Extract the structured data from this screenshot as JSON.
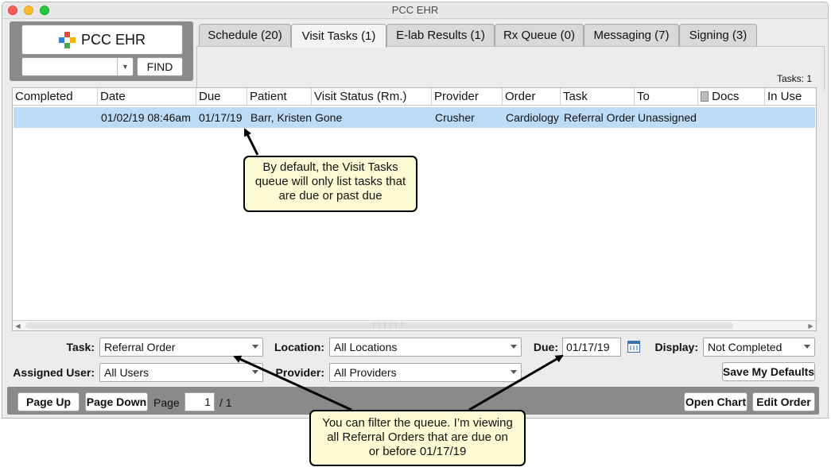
{
  "window": {
    "title": "PCC EHR"
  },
  "logo": {
    "label": "PCC EHR"
  },
  "find": {
    "value": "",
    "button": "FIND"
  },
  "tabs": [
    {
      "label": "Schedule (20)"
    },
    {
      "label": "Visit Tasks (1)",
      "active": true
    },
    {
      "label": "E-lab Results (1)"
    },
    {
      "label": "Rx Queue (0)"
    },
    {
      "label": "Messaging (7)"
    },
    {
      "label": "Signing (3)"
    }
  ],
  "tasks_count": "Tasks:  1",
  "table": {
    "columns": [
      "Completed",
      "Date",
      "Due",
      "Patient",
      "Visit Status (Rm.)",
      "Provider",
      "Order",
      "Task",
      "To",
      "Docs",
      "In Use"
    ],
    "rows": [
      {
        "completed": "",
        "date": "01/02/19 08:46am",
        "due": "01/17/19",
        "patient": "Barr, Kristen",
        "visit_status": "Gone",
        "provider": "Crusher",
        "order": "Cardiology",
        "task": "Referral Order",
        "to": "Unassigned",
        "docs": "",
        "in_use": ""
      }
    ]
  },
  "filters": {
    "task_label": "Task:",
    "task_value": "Referral Order",
    "location_label": "Location:",
    "location_value": "All Locations",
    "due_label": "Due:",
    "due_value": "01/17/19",
    "display_label": "Display:",
    "display_value": "Not Completed",
    "assigned_label": "Assigned User:",
    "assigned_value": "All Users",
    "provider_label": "Provider:",
    "provider_value": "All Providers",
    "save_defaults": "Save My Defaults"
  },
  "footer": {
    "page_up": "Page Up",
    "page_down": "Page Down",
    "page_label": "Page",
    "page_value": "1",
    "page_total": "/  1",
    "open_chart": "Open Chart",
    "edit_order": "Edit Order"
  },
  "callouts": {
    "top": [
      "By default, the Visit Tasks",
      "queue will only list tasks that",
      "are due or past due"
    ],
    "bottom": [
      "You can filter the queue. I’m viewing",
      "all Referral Orders that are due on",
      "or before 01/17/19"
    ]
  },
  "colors": {
    "selected_row": "#bcdcf6",
    "callout_bg": "#fdfbd4",
    "panel_gray": "#8a8a8a"
  },
  "icons": [
    "pcc-logo-icon",
    "dropdown-arrow-icon",
    "calendar-icon",
    "document-icon"
  ]
}
